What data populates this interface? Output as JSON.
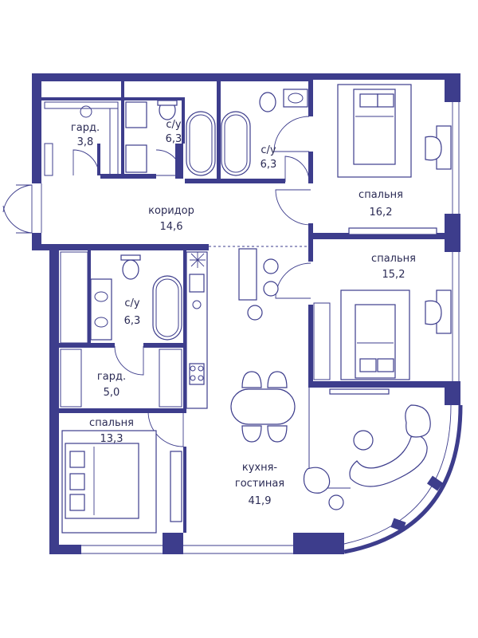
{
  "colors": {
    "wall": "#3d3d8c",
    "background": "#ffffff",
    "text": "#2b2b55"
  },
  "rooms": [
    {
      "id": "gard1",
      "name": "гард.",
      "area": "3,8"
    },
    {
      "id": "wc1",
      "name": "с/у",
      "area": "6,3"
    },
    {
      "id": "wc2",
      "name": "с/у",
      "area": "6,3"
    },
    {
      "id": "bed1",
      "name": "спальня",
      "area": "16,2"
    },
    {
      "id": "corridor",
      "name": "коридор",
      "area": "14,6"
    },
    {
      "id": "bed2",
      "name": "спальня",
      "area": "15,2"
    },
    {
      "id": "wc3",
      "name": "с/у",
      "area": "6,3"
    },
    {
      "id": "gard2",
      "name": "гард.",
      "area": "5,0"
    },
    {
      "id": "bed3",
      "name": "спальня",
      "area": "13,3"
    },
    {
      "id": "living",
      "name": "кухня-",
      "name2": "гостиная",
      "area": "41,9"
    }
  ]
}
